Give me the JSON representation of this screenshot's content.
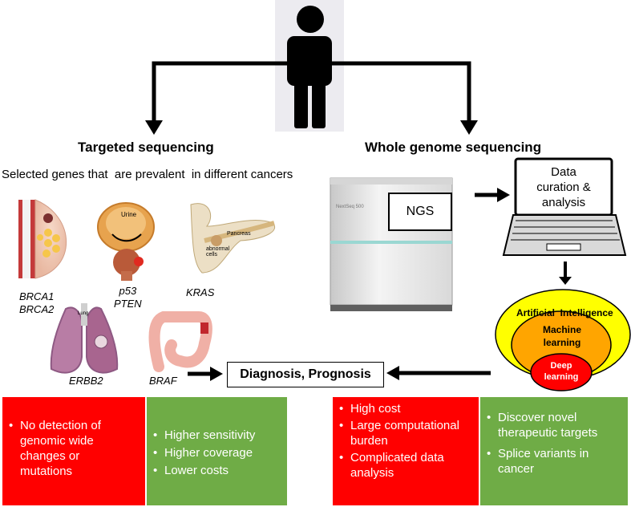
{
  "headings": {
    "targeted": "Targeted sequencing",
    "wgs": "Whole genome sequencing",
    "selected_genes": "Selected genes that  are prevalent  in different cancers"
  },
  "organs": {
    "breast_genes": [
      "BRCA1",
      "BRCA2"
    ],
    "prostate_genes": [
      "p53",
      "PTEN"
    ],
    "pancreas_gene": "KRAS",
    "lung_gene": "ERBB2",
    "colon_gene": "BRAF",
    "prostate_label": "Urine",
    "pancreas_labels": [
      "Pancreas",
      "abnormal cells"
    ],
    "lung_label": "Lung"
  },
  "machine": {
    "label": "NGS",
    "brand": "NextSeq 500"
  },
  "laptop": {
    "label_lines": [
      "Data",
      "curation &",
      "analysis"
    ]
  },
  "ai": {
    "outer": "Artificial  Intelligence",
    "middle_lines": [
      "Machine",
      "learning"
    ],
    "inner_lines": [
      "Deep",
      "learning"
    ]
  },
  "diagnosis": "Diagnosis, Prognosis",
  "targeted_cons": [
    "No detection of genomic wide changes or mutations"
  ],
  "targeted_pros": [
    "Higher sensitivity",
    "Higher coverage",
    "Lower costs"
  ],
  "wgs_cons": [
    "High cost",
    "Large computational burden",
    "Complicated data analysis"
  ],
  "wgs_pros": [
    "Discover novel therapeutic targets",
    "Splice variants in cancer"
  ],
  "colors": {
    "red": "#ff0000",
    "green": "#6fac46",
    "ai_outer": "#ffff00",
    "ai_middle": "#ffa500",
    "ai_inner": "#ff0000"
  }
}
